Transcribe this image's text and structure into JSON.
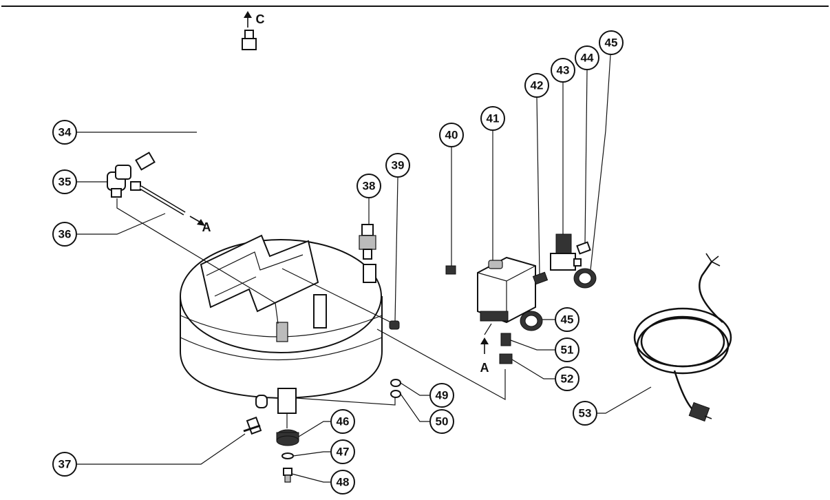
{
  "arrow_labels": {
    "c": "C",
    "a_pipe": "A",
    "a_switch": "A"
  },
  "parts": [
    {
      "id": "p34",
      "label": "34"
    },
    {
      "id": "p35",
      "label": "35"
    },
    {
      "id": "p36",
      "label": "36"
    },
    {
      "id": "p37",
      "label": "37"
    },
    {
      "id": "p38",
      "label": "38"
    },
    {
      "id": "p39",
      "label": "39"
    },
    {
      "id": "p40",
      "label": "40"
    },
    {
      "id": "p41",
      "label": "41"
    },
    {
      "id": "p42",
      "label": "42"
    },
    {
      "id": "p43",
      "label": "43"
    },
    {
      "id": "p44",
      "label": "44"
    },
    {
      "id": "p45a",
      "label": "45"
    },
    {
      "id": "p45b",
      "label": "45"
    },
    {
      "id": "p46",
      "label": "46"
    },
    {
      "id": "p47",
      "label": "47"
    },
    {
      "id": "p48",
      "label": "48"
    },
    {
      "id": "p49",
      "label": "49"
    },
    {
      "id": "p50",
      "label": "50"
    },
    {
      "id": "p51",
      "label": "51"
    },
    {
      "id": "p52",
      "label": "52"
    },
    {
      "id": "p53",
      "label": "53"
    }
  ]
}
